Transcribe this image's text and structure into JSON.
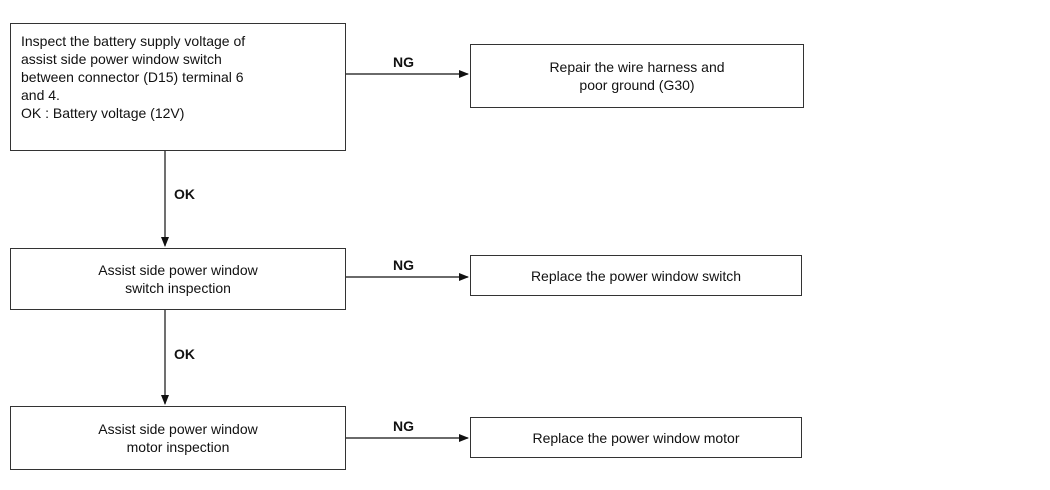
{
  "steps": [
    {
      "lines": [
        "Inspect the battery supply voltage of",
        "assist side power window switch",
        "between connector (D15) terminal 6",
        "and 4.",
        "OK : Battery voltage (12V)"
      ],
      "ng_label": "NG",
      "ng_action": [
        "Repair the wire harness and",
        "poor ground (G30)"
      ],
      "ok_label": "OK"
    },
    {
      "lines": [
        "Assist side power window",
        "switch inspection"
      ],
      "ng_label": "NG",
      "ng_action": [
        "Replace the power window switch"
      ],
      "ok_label": "OK"
    },
    {
      "lines": [
        "Assist side power window",
        "motor inspection"
      ],
      "ng_label": "NG",
      "ng_action": [
        "Replace the power window motor"
      ]
    }
  ]
}
